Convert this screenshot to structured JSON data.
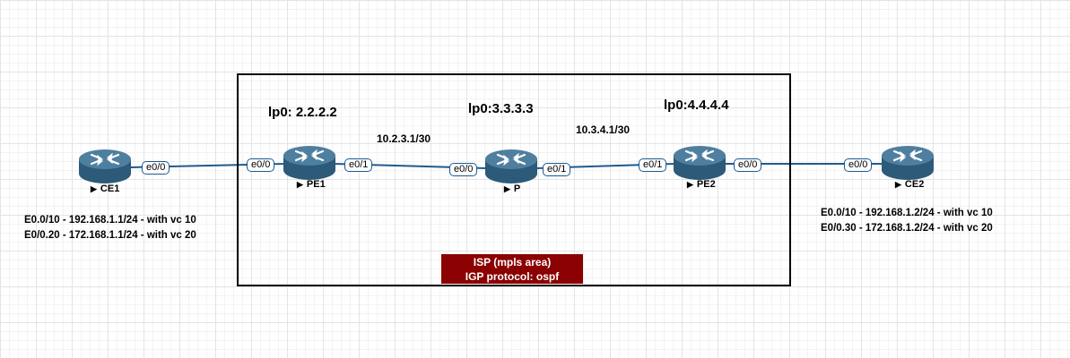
{
  "isp": {
    "line1": "ISP (mpls area)",
    "line2": "IGP protocol: ospf",
    "label_bg": "#8b0000"
  },
  "loopbacks": {
    "pe1": "lp0: 2.2.2.2",
    "p": "lp0:3.3.3.3",
    "pe2": "lp0:4.4.4.4"
  },
  "subnets": {
    "pe1_p": "10.2.3.1/30",
    "p_pe2": "10.3.4.1/30"
  },
  "nodes": {
    "ce1": "CE1",
    "pe1": "PE1",
    "p": "P",
    "pe2": "PE2",
    "ce2": "CE2"
  },
  "ports": {
    "ce1_e00": "e0/0",
    "pe1_e00": "e0/0",
    "pe1_e01": "e0/1",
    "p_e00": "e0/0",
    "p_e01": "e0/1",
    "pe2_e01": "e0/1",
    "pe2_e00": "e0/0",
    "ce2_e00": "e0/0"
  },
  "ce1_config": {
    "line1": "E0.0/10 - 192.168.1.1/24 - with vc 10",
    "line2": "E0/0.20 - 172.168.1.1/24 - with vc 20"
  },
  "ce2_config": {
    "line1": "E0.0/10 - 192.168.1.2/24 - with vc 10",
    "line2": "E0/0.30 - 172.168.1.2/24 - with vc 20"
  },
  "icons": {
    "router": "router-icon",
    "router_color": "#3d6e8f",
    "link_color": "#1d5a8f"
  }
}
